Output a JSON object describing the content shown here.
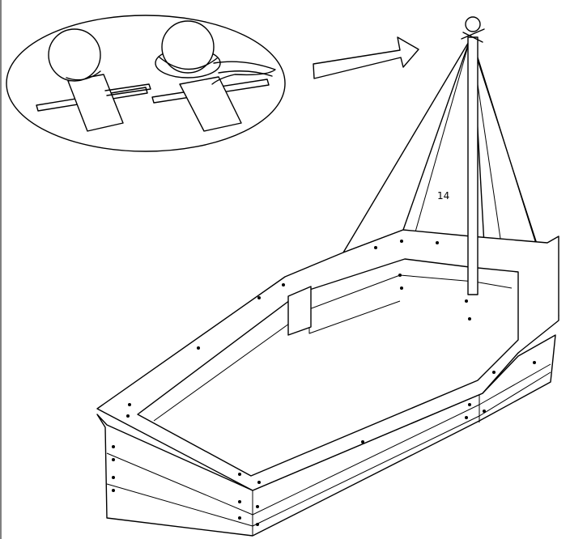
{
  "diagram": {
    "part_number_label": "14",
    "detail_callout_icon": "magnified-detail-ellipse",
    "direction_icon": "right-arrow",
    "subject_icon": "boat-shaped-sandbox-with-mast-and-sail"
  },
  "colors": {
    "line": "#000000",
    "background": "#ffffff"
  }
}
